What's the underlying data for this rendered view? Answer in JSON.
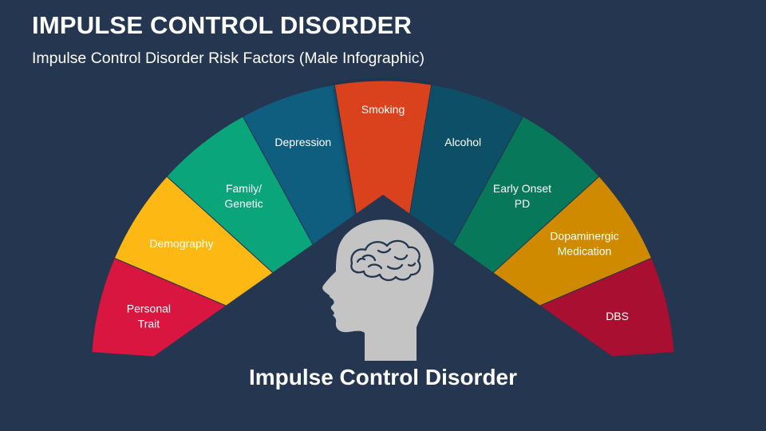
{
  "slide": {
    "title": "IMPULSE CONTROL DISORDER",
    "subtitle": "Impulse Control Disorder Risk Factors (Male Infographic)",
    "center_label": "Impulse Control Disorder",
    "head_icon": "human-head-brain-icon"
  },
  "segments": [
    {
      "lines": [
        "Personal",
        "Trait"
      ],
      "color": "#d9163f"
    },
    {
      "lines": [
        "Demography"
      ],
      "color": "#fdb813"
    },
    {
      "lines": [
        "Family/",
        "Genetic"
      ],
      "color": "#0aa57a"
    },
    {
      "lines": [
        "Depression"
      ],
      "color": "#0f5e80"
    },
    {
      "lines": [
        "Smoking"
      ],
      "color": "#d9431c"
    },
    {
      "lines": [
        "Alcohol"
      ],
      "color": "#0c4f67"
    },
    {
      "lines": [
        "Early Onset",
        "PD"
      ],
      "color": "#08785a"
    },
    {
      "lines": [
        "Dopaminergic",
        "Medication"
      ],
      "color": "#cf8a00"
    },
    {
      "lines": [
        "DBS"
      ],
      "color": "#a80f31"
    }
  ],
  "colors": {
    "background": "#243650",
    "head": "#c4c4c4"
  }
}
